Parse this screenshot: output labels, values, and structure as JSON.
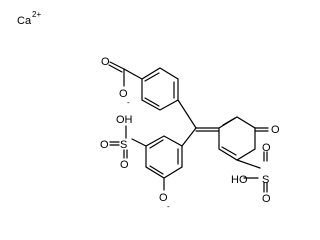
{
  "structure": {
    "counter_ion": {
      "symbol": "Ca",
      "charge": "2+"
    },
    "carboxylate": {
      "c_oxygen": "O",
      "o_minus": "O",
      "charge": "-"
    },
    "upper_sulfonic": {
      "oh": "OH",
      "s": "S",
      "o_left": "O",
      "o_right": "O"
    },
    "phenoxide": {
      "o": "O",
      "charge": "-"
    },
    "quinone": {
      "o": "O"
    },
    "lower_sulfonic": {
      "ho": "HO",
      "s": "S",
      "o_top": "O",
      "o_bottom": "O"
    }
  }
}
